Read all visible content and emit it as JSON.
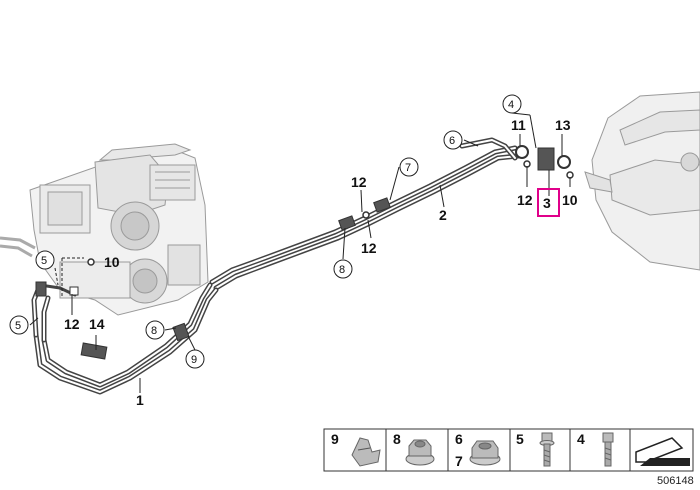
{
  "diagram": {
    "doc_id": "506148",
    "highlight_color": "#e0008a",
    "callouts": {
      "c1": "1",
      "c2": "2",
      "c3": "3",
      "c4": "4",
      "c5a": "5",
      "c5b": "5",
      "c6": "6",
      "c7": "7",
      "c8a": "8",
      "c8b": "8",
      "c9": "9",
      "c10a": "10",
      "c10b": "10",
      "c11": "11",
      "c12a": "12",
      "c12b": "12",
      "c12c": "12",
      "c12d": "12",
      "c13": "13",
      "c14": "14"
    },
    "legend": {
      "i9": "9",
      "i8": "8",
      "i6": "6",
      "i7": "7",
      "i5": "5",
      "i4": "4"
    }
  }
}
